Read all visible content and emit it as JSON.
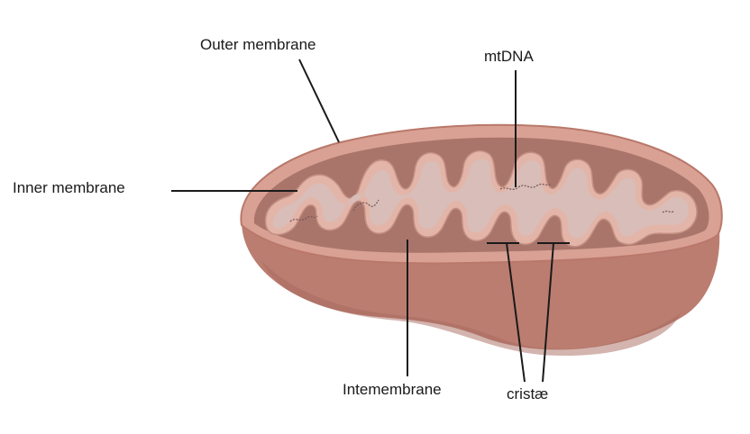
{
  "diagram": {
    "labels": {
      "outer_membrane": "Outer membrane",
      "mtdna": "mtDNA",
      "inner_membrane": "Inner membrane",
      "intermembrane": "Intemembrane",
      "cristae": "cristæ"
    },
    "colors": {
      "outer_shell": "#c98b7d",
      "outer_rim": "#d9a194",
      "body_shadow": "#b27366",
      "intermembrane_space": "#a9756b",
      "inner_membrane": "#e3b5a8",
      "matrix": "#d8bdb8",
      "dna_strand": "#7a5a5a",
      "leader_line": "#1a1a1a"
    }
  }
}
